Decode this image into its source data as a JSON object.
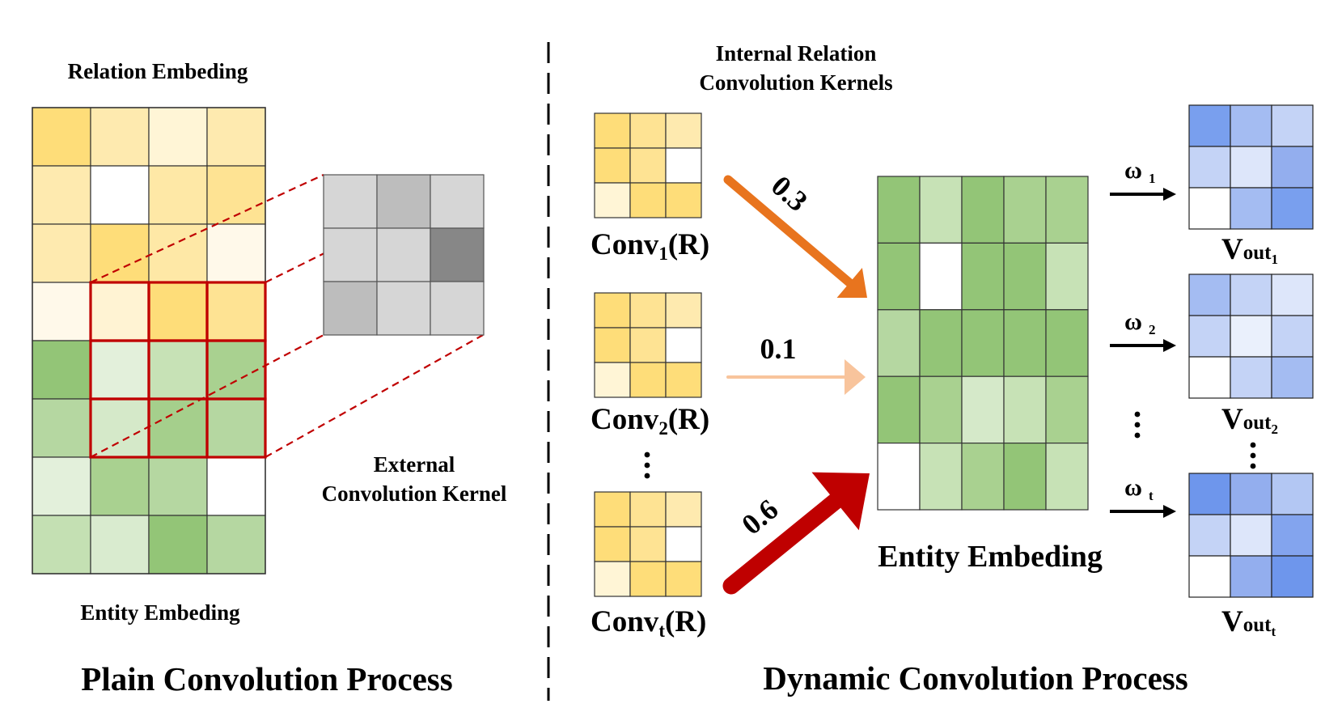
{
  "left": {
    "relation_label": "Relation Embeding",
    "entity_label": "Entity Embeding",
    "kernel_label_line1": "External",
    "kernel_label_line2": "Convolution Kernel",
    "caption": "Plain Convolution Process",
    "relation_grid": [
      [
        "#FEDD79",
        "#FEEAAF",
        "#FFF5D6",
        "#FEEAAF"
      ],
      [
        "#FEEAAF",
        "#FFFFFF",
        "#FEE8A6",
        "#FEE393"
      ],
      [
        "#FEEAAF",
        "#FEDD79",
        "#FEE8A6",
        "#FFF9EA"
      ],
      [
        "#FFF9EA",
        "#FFF3D3",
        "#FEDD79",
        "#FEE393"
      ]
    ],
    "entity_grid": [
      [
        "#93C577",
        "#E3F0DB",
        "#C7E2B6",
        "#A9D190"
      ],
      [
        "#B5D7A1",
        "#D5E9C9",
        "#A5CF8C",
        "#B5D7A1"
      ],
      [
        "#E3F0DB",
        "#A9D190",
        "#B5D7A1",
        "#FFFFFF"
      ],
      [
        "#C4E0B3",
        "#D9EBCF",
        "#93C577",
        "#B5D7A1"
      ]
    ],
    "kernel_grid": [
      [
        "#D6D6D6",
        "#BDBDBD",
        "#D6D6D6"
      ],
      [
        "#D6D6D6",
        "#D6D6D6",
        "#878787"
      ],
      [
        "#BDBDBD",
        "#D6D6D6",
        "#D6D6D6"
      ]
    ]
  },
  "right": {
    "kernels_label_line1": "Internal Relation",
    "kernels_label_line2": "Convolution Kernels",
    "conv_base": "Conv",
    "conv_arg": "(R)",
    "convs": [
      {
        "sub": "1",
        "weight": "0.3",
        "grid": [
          [
            "#FEDD79",
            "#FEE393",
            "#FEEAAF"
          ],
          [
            "#FEDD79",
            "#FEE393",
            "#FFFFFF"
          ],
          [
            "#FFF5D6",
            "#FEDD79",
            "#FEDD79"
          ]
        ]
      },
      {
        "sub": "2",
        "weight": "0.1",
        "grid": [
          [
            "#FEDD79",
            "#FEE393",
            "#FEEAAF"
          ],
          [
            "#FEDD79",
            "#FEE393",
            "#FFFFFF"
          ],
          [
            "#FFF5D6",
            "#FEDD79",
            "#FEDD79"
          ]
        ]
      },
      {
        "sub": "t",
        "weight": "0.6",
        "grid": [
          [
            "#FEDD79",
            "#FEE393",
            "#FEEAAF"
          ],
          [
            "#FEDD79",
            "#FEE393",
            "#FFFFFF"
          ],
          [
            "#FFF5D6",
            "#FEDD79",
            "#FEDD79"
          ]
        ]
      }
    ],
    "arrow_colors": [
      "#E8741E",
      "#F8C49C",
      "#BF0000"
    ],
    "entity_label": "Entity Embeding",
    "entity_grid": [
      [
        "#93C577",
        "#C7E2B6",
        "#93C577",
        "#A9D190",
        "#A9D190"
      ],
      [
        "#93C577",
        "#FFFFFF",
        "#93C577",
        "#93C577",
        "#C7E2B6"
      ],
      [
        "#B5D7A1",
        "#93C577",
        "#93C577",
        "#93C577",
        "#93C577"
      ],
      [
        "#93C577",
        "#A9D190",
        "#D5E9C9",
        "#C7E2B6",
        "#A9D190"
      ],
      [
        "#FFFFFF",
        "#C7E2B6",
        "#A9D190",
        "#93C577",
        "#C7E2B6"
      ]
    ],
    "omega": "ω",
    "out_base": "V",
    "out_sub": "out",
    "outputs": [
      {
        "sub": "1",
        "idx": "1",
        "grid": [
          [
            "#799FEE",
            "#A4BCF2",
            "#C4D3F6"
          ],
          [
            "#C4D3F6",
            "#DDE6FA",
            "#93AEEE"
          ],
          [
            "#FFFFFF",
            "#A4BCF2",
            "#799FEE"
          ]
        ]
      },
      {
        "sub": "2",
        "idx": "2",
        "grid": [
          [
            "#A4BCF2",
            "#C4D3F6",
            "#DDE6FA"
          ],
          [
            "#C4D3F6",
            "#EAF0FC",
            "#C4D3F6"
          ],
          [
            "#FFFFFF",
            "#C4D3F6",
            "#A4BCF2"
          ]
        ]
      },
      {
        "sub": "t",
        "idx": "t",
        "grid": [
          [
            "#6E96EC",
            "#93AEEE",
            "#B3C7F3"
          ],
          [
            "#C4D3F6",
            "#DDE6FA",
            "#83A4EE"
          ],
          [
            "#FFFFFF",
            "#93AEEE",
            "#6E96EC"
          ]
        ]
      }
    ],
    "caption": "Dynamic Convolution Process"
  }
}
